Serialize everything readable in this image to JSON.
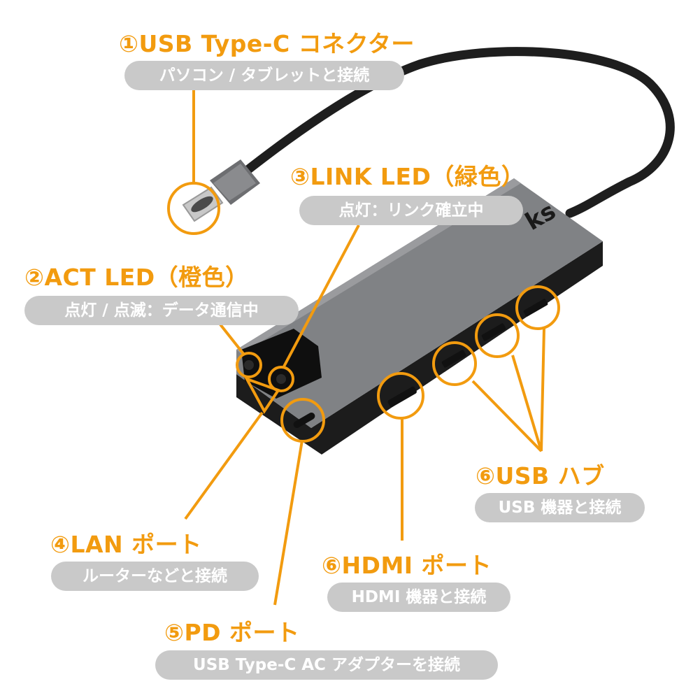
{
  "colors": {
    "accent": "#f29b0f",
    "pill_bg": "#c9c9c9",
    "hub_body": "#808285",
    "cable": "#1e1e1e"
  },
  "callouts": {
    "usb_c_connector": {
      "title": "①USB Type-C コネクター",
      "desc": "パソコン / タブレットと接続"
    },
    "act_led": {
      "title": "②ACT LED（橙色）",
      "desc": "点灯 / 点滅：データ通信中"
    },
    "link_led": {
      "title": "③LINK LED（緑色）",
      "desc": "点灯：リンク確立中"
    },
    "lan_port": {
      "title": "④LAN ポート",
      "desc": "ルーターなどと接続"
    },
    "pd_port": {
      "title": "⑤PD ポート",
      "desc": "USB Type-C AC アダプターを接続"
    },
    "hdmi_port": {
      "title": "⑥HDMI ポート",
      "desc": "HDMI 機器と接続"
    },
    "usb_hub": {
      "title": "⑥USB ハブ",
      "desc": "USB 機器と接続"
    }
  }
}
